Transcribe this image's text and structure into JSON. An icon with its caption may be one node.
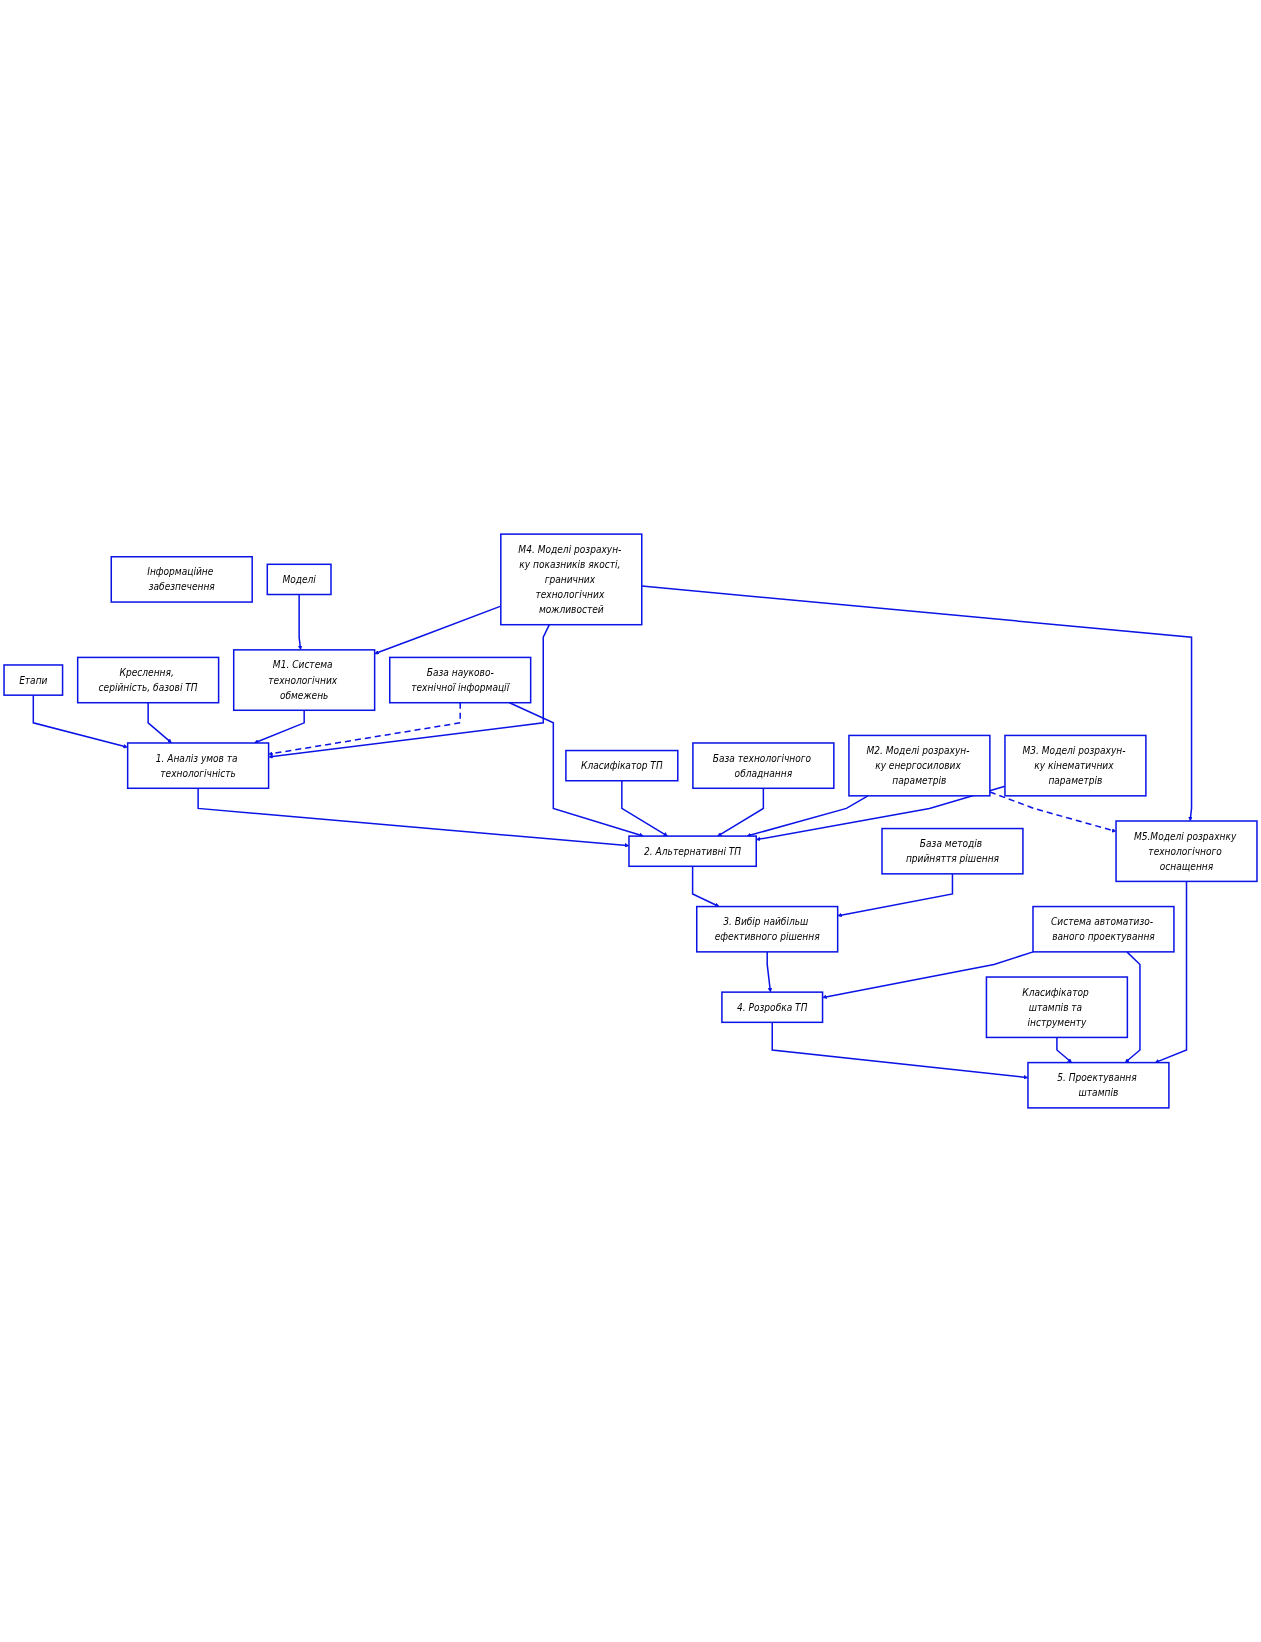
{
  "diagram": {
    "nodes": [
      {
        "text": [
          "Інформаційне забезпечення"
        ]
      },
      {
        "text": [
          "Етапи"
        ]
      },
      {
        "text": [
          "Моделі"
        ]
      },
      {
        "text": [
          "Креслення, серійність, базові ТП"
        ]
      },
      {
        "text": [
          "1. Аналіз умов та технологічність"
        ]
      },
      {
        "text": [
          "М1. Система технологічних обмежень"
        ]
      },
      {
        "text": [
          "База науково-технічної інформації"
        ]
      },
      {
        "text": [
          "2. Альтернативні ТП"
        ]
      },
      {
        "text": [
          "М2. Моделі розрахун- ку енергосилових параметрів"
        ]
      },
      {
        "text": [
          "Класифікатор ТП"
        ]
      },
      {
        "text": [
          "М3. Моделі розрахун- ку кінематичних параметрів"
        ]
      },
      {
        "text": [
          "База технологічного обладнання"
        ]
      },
      {
        "text": [
          "3. Вибір найбільш ефективного рішення"
        ]
      },
      {
        "text": [
          "База методів прийняття рішення"
        ]
      },
      {
        "text": [
          "4. Розробка ТП"
        ]
      },
      {
        "text": [
          "М4. Моделі розрахун- ку показників якості, граничних технологічних можливостей"
        ]
      },
      {
        "text": [
          "Класифікатор штампів та інструменту"
        ]
      },
      {
        "text": [
          "5. Проектування штампів"
        ]
      },
      {
        "text": [
          "Система автоматизо- ваного проектування"
        ]
      },
      {
        "text": [
          "М5.Моделі розрахнку технологічного оснащення"
        ]
      }
    ],
    "edges": [
      {
        "from": 1,
        "to": 4,
        "arrow": "to"
      },
      {
        "from": 2,
        "to": 5,
        "arrow": "to"
      },
      {
        "from": 3,
        "to": 4,
        "arrow": "to"
      },
      {
        "from": 5,
        "to": 4,
        "arrow": "to"
      },
      {
        "from": 6,
        "to": 4,
        "arrow": "to",
        "style": "dashed"
      },
      {
        "from": 15,
        "to": 4,
        "arrow": "to"
      },
      {
        "from": 15,
        "to": 5,
        "arrow": "to"
      },
      {
        "from": 4,
        "to": 7,
        "arrow": "to"
      },
      {
        "from": 6,
        "to": 7,
        "arrow": "to"
      },
      {
        "from": 9,
        "to": 7,
        "arrow": "to"
      },
      {
        "from": 11,
        "to": 7,
        "arrow": "to"
      },
      {
        "from": 8,
        "to": 7,
        "arrow": "to"
      },
      {
        "from": 10,
        "to": 7,
        "arrow": "to"
      },
      {
        "from": 8,
        "to": 19,
        "arrow": "to",
        "style": "dashed"
      },
      {
        "from": 7,
        "to": 12,
        "arrow": "to"
      },
      {
        "from": 13,
        "to": 12,
        "arrow": "to"
      },
      {
        "from": 12,
        "to": 14,
        "arrow": "to"
      },
      {
        "from": 18,
        "to": 14,
        "arrow": "to"
      },
      {
        "from": 14,
        "to": 17,
        "arrow": "to"
      },
      {
        "from": 16,
        "to": 17,
        "arrow": "to"
      },
      {
        "from": 18,
        "to": 17,
        "arrow": "to"
      },
      {
        "from": 19,
        "to": 17,
        "arrow": "to"
      },
      {
        "from": 15,
        "to": 19,
        "arrow": "to"
      }
    ]
  }
}
